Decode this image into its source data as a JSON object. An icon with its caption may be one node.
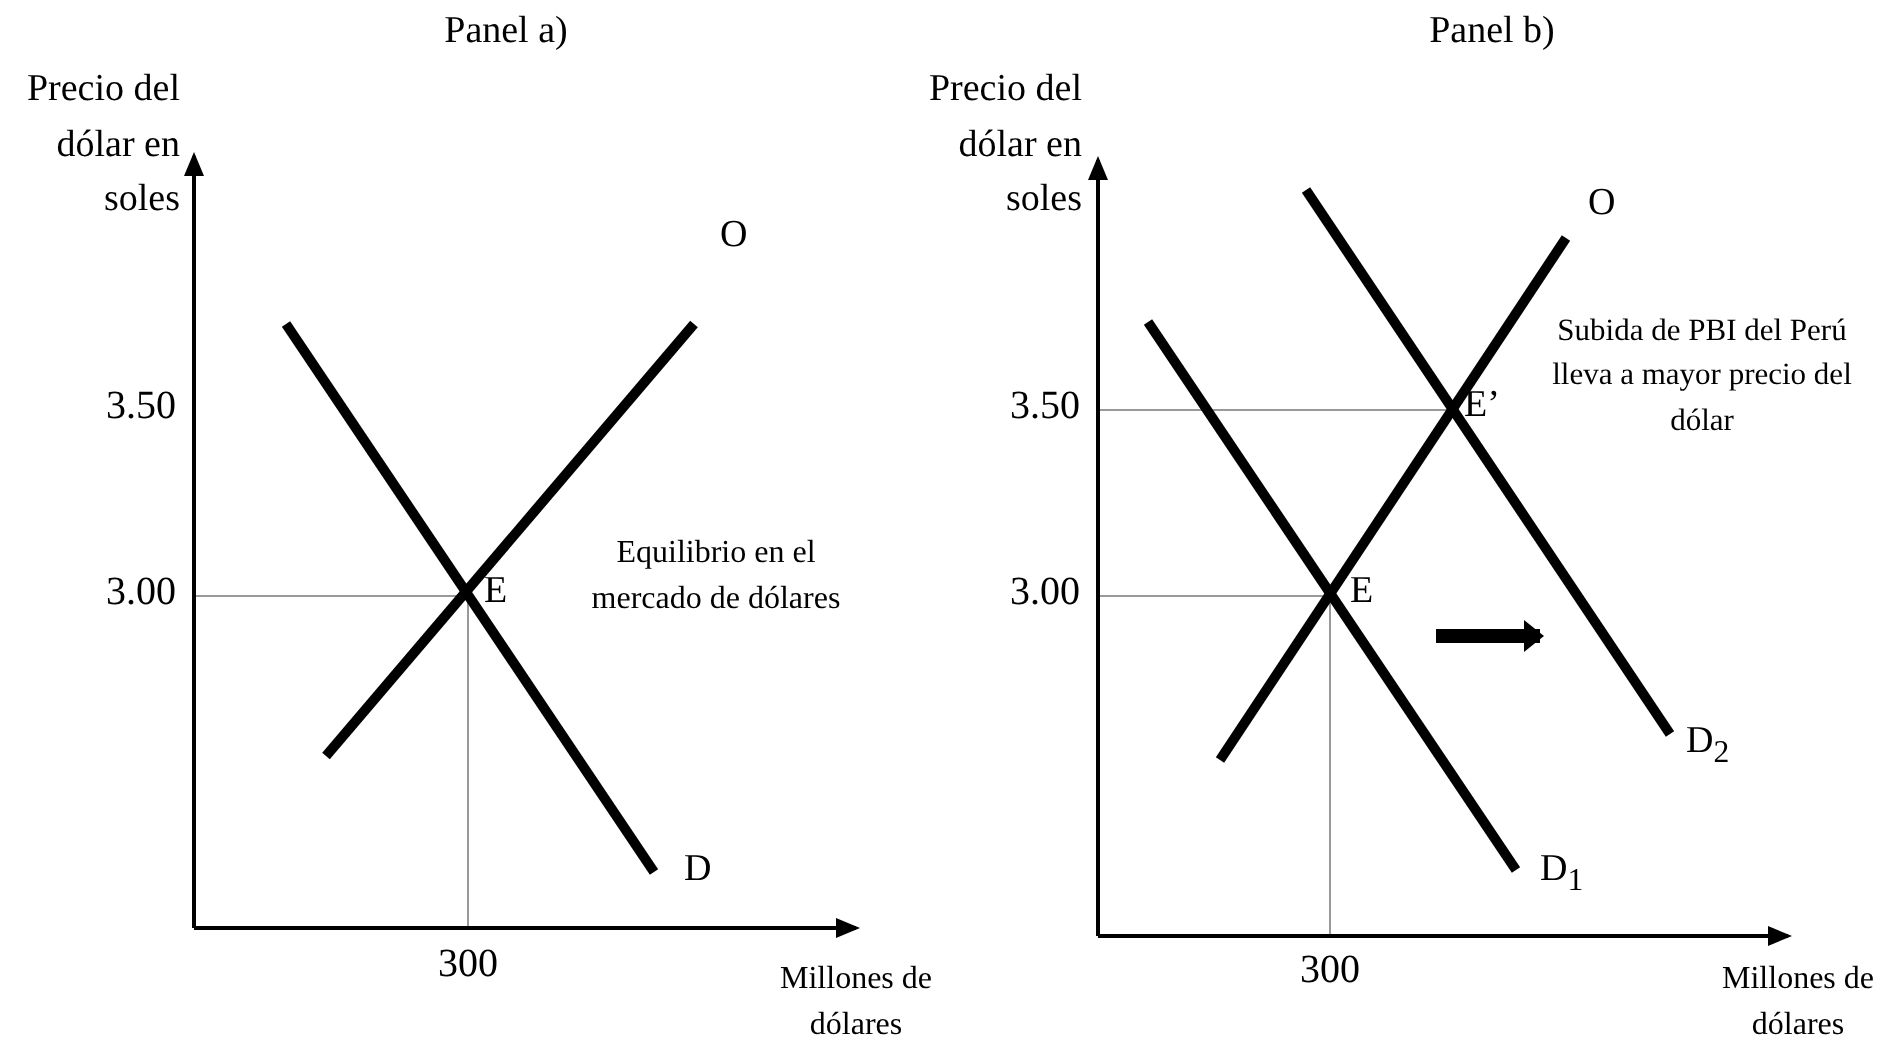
{
  "diagram": {
    "labels": [
      "Panel a)",
      "Panel b)",
      "Precio del dólar en soles",
      "Precio del dólar en soles",
      "O",
      "O",
      "Subida de PBI del Perú lleva a mayor precio del dólar",
      "3.50",
      "3.50",
      "E’",
      "Equilibrio en el mercado de dólares",
      "3.00",
      "E",
      "3.00",
      "E",
      "D$_{2}$",
      "D",
      "D$_{1}$",
      "300",
      "300",
      "Millones de dólares",
      "Millones de dólares"
    ]
  }
}
